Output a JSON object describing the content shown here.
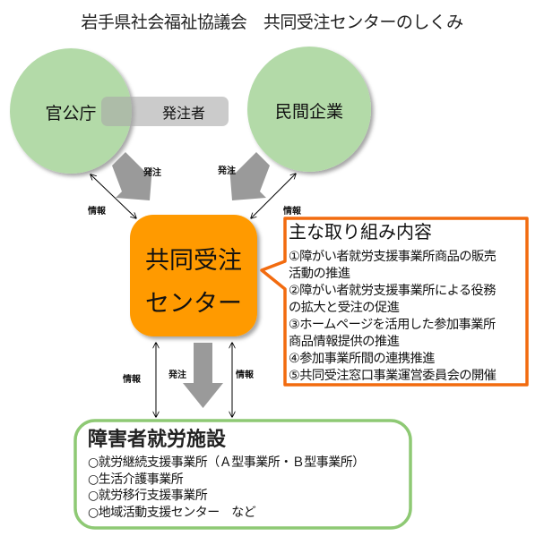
{
  "title": "岩手県社会福祉協議会　共同受注センターのしくみ",
  "colors": {
    "circle_fill": "#b3daa8",
    "orderer_bar": "#c8c8c8",
    "center_fill": "#ff9a00",
    "info_border": "#f26b0f",
    "facility_border": "#8ec974",
    "arrow_gray": "#9a9a9a"
  },
  "nodes": {
    "government": "官公庁",
    "private_company": "民間企業",
    "orderer": "発注者",
    "center_line1": "共同受注",
    "center_line2": "センター"
  },
  "flow_labels": {
    "order_left": "発注",
    "order_right": "発注",
    "order_down": "発注",
    "info_left_top": "情報",
    "info_right_top": "情報",
    "info_left_bottom": "情報",
    "info_right_bottom": "情報"
  },
  "main_activities": {
    "title": "主な取り組み内容",
    "items": [
      "①障がい者就労支援事業所商品の販売\n活動の推進",
      "②障がい者就労支援事業所による役務\nの拡大と受注の促進",
      "③ホームページを活用した参加事業所\n商品情報提供の推進",
      "④参加事業所間の連携推進",
      "⑤共同受注窓口事業運営委員会の開催"
    ]
  },
  "facilities": {
    "title": "障害者就労施設",
    "items": [
      "○就労継続支援事業所（Ａ型事業所・Ｂ型事業所）",
      "○生活介護事業所",
      "○就労移行支援事業所",
      "○地域活動支援センター　など"
    ]
  }
}
